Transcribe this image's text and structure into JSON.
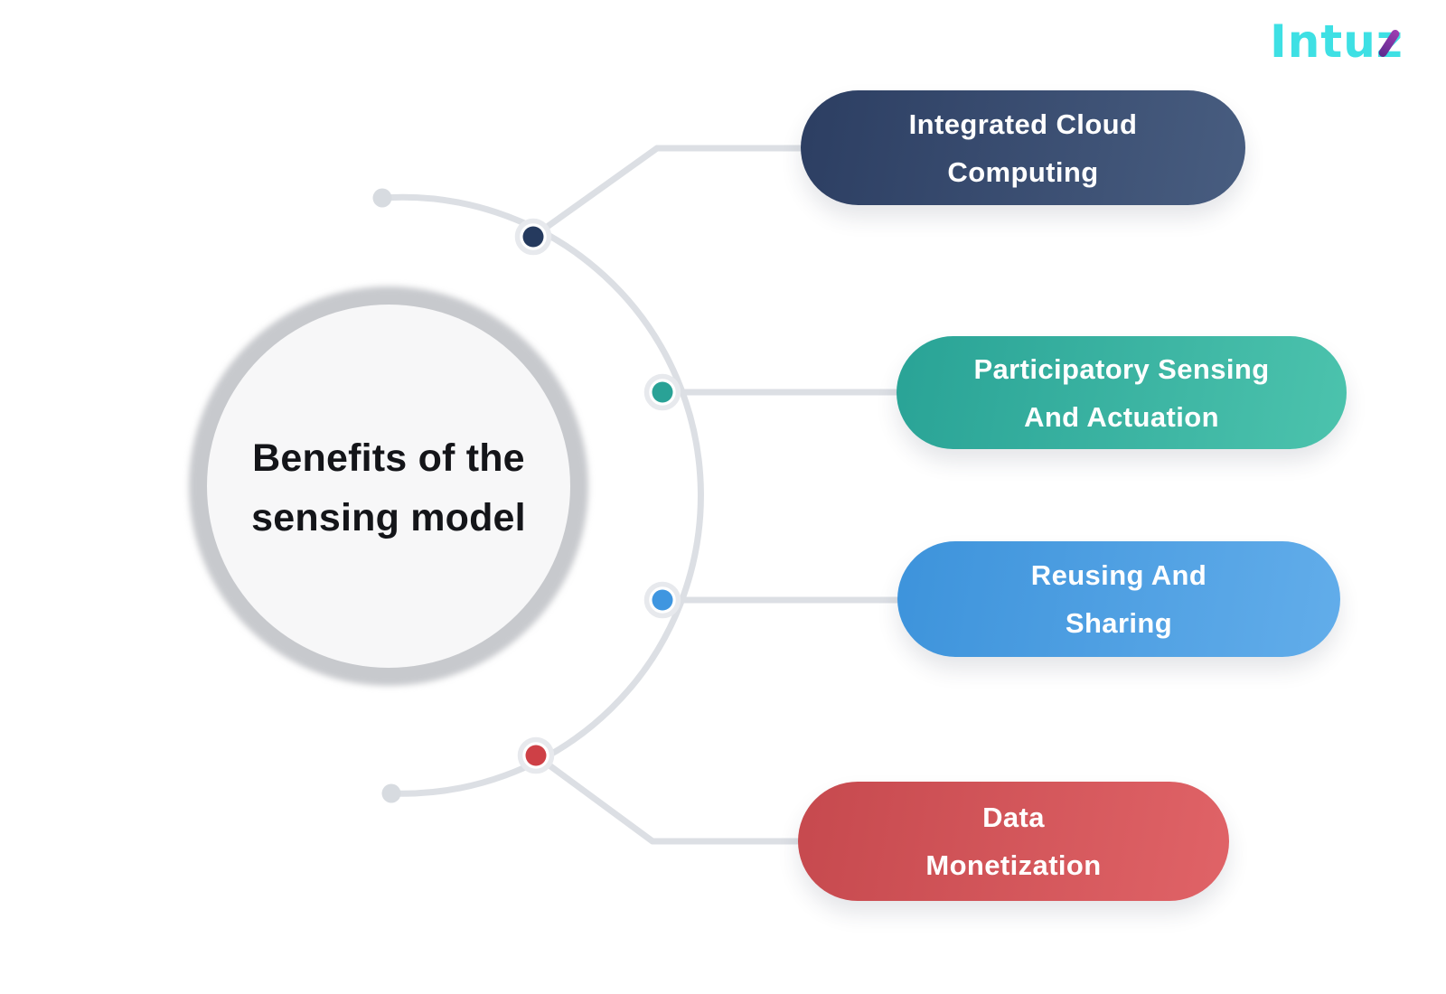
{
  "logo": {
    "text": "Intuz",
    "color_cyan": "#3ee0e4",
    "accent_purple_dark": "#5c2b8e",
    "accent_purple_light": "#a03cb2"
  },
  "center_circle": {
    "line1": "Benefits of the",
    "line2": "sensing model",
    "text_color": "#141519",
    "ring_color": "#c7c9cd",
    "fill_color": "#f7f7f8"
  },
  "wires": {
    "line_color": "#dcdfe4",
    "endpoint_dot_color": "#d7dbe0",
    "halo_ring_color": "#e7e9ed",
    "halo_fill_color": "#ffffff"
  },
  "pill_text_color": "#ffffff",
  "pills": [
    {
      "line1": "Integrated Cloud",
      "line2": "Computing",
      "color_start": "#2c3e62",
      "color_end": "#485d80",
      "dot_color": "#253a5e"
    },
    {
      "line1": "Participatory Sensing",
      "line2": "And Actuation",
      "color_start": "#29a396",
      "color_end": "#4cc3ad",
      "dot_color": "#29a296"
    },
    {
      "line1": "Reusing And",
      "line2": "Sharing",
      "color_start": "#3d93db",
      "color_end": "#62adea",
      "dot_color": "#3f96e0"
    },
    {
      "line1": "Data",
      "line2": "Monetization",
      "color_start": "#c6494e",
      "color_end": "#e06367",
      "dot_color": "#ce4046"
    }
  ]
}
